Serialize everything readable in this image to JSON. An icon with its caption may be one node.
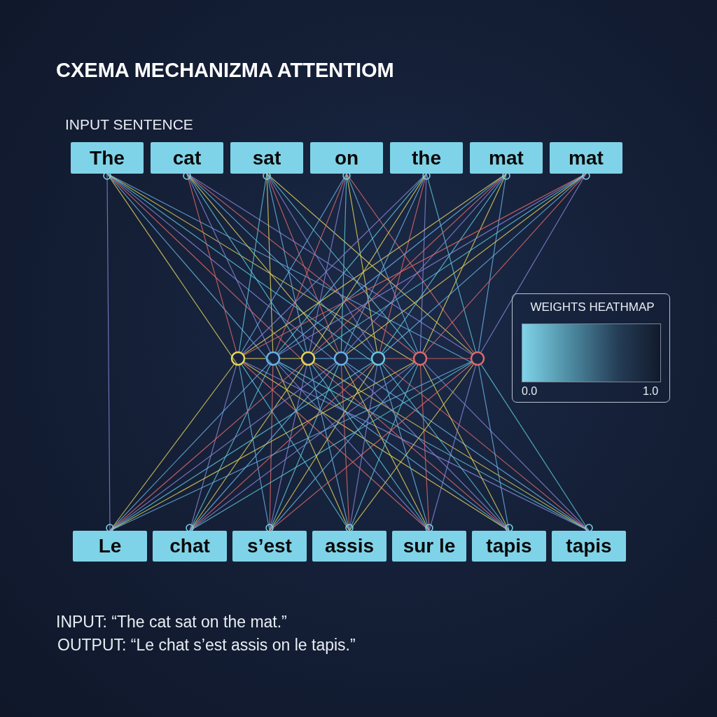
{
  "diagram": {
    "title": "CXEMA MECHANIZMA ATTENTIOM",
    "nodes": [
      {
        "text": [
          "The"
        ]
      },
      {
        "text": [
          "cat"
        ]
      },
      {
        "text": [
          "sat"
        ]
      },
      {
        "text": [
          "on"
        ]
      },
      {
        "text": [
          "the"
        ]
      },
      {
        "text": [
          "mat"
        ]
      },
      {
        "text": [
          "mat"
        ]
      },
      {
        "text": [],
        "shape": "circle"
      },
      {
        "text": [],
        "shape": "circle"
      },
      {
        "text": [],
        "shape": "circle"
      },
      {
        "text": [],
        "shape": "circle"
      },
      {
        "text": [],
        "shape": "circle"
      },
      {
        "text": [],
        "shape": "circle"
      },
      {
        "text": [],
        "shape": "circle"
      },
      {
        "text": [
          "Le"
        ]
      },
      {
        "text": [
          "chat"
        ]
      },
      {
        "text": [
          "s’est"
        ]
      },
      {
        "text": [
          "assis"
        ]
      },
      {
        "text": [
          "sur le"
        ]
      },
      {
        "text": [
          "tapis"
        ]
      },
      {
        "text": [
          "tapis"
        ]
      }
    ],
    "edges": [
      {
        "from": 0,
        "to": 7,
        "arrow": "none",
        "color": "#e6d65a"
      },
      {
        "from": 0,
        "to": 8,
        "arrow": "none",
        "color": "#6ab4e6"
      },
      {
        "from": 0,
        "to": 9,
        "arrow": "none",
        "color": "#e06a6a"
      },
      {
        "from": 0,
        "to": 10,
        "arrow": "none",
        "color": "#8a86d8"
      },
      {
        "from": 0,
        "to": 11,
        "arrow": "none",
        "color": "#5fc8d8"
      },
      {
        "from": 0,
        "to": 12,
        "arrow": "none",
        "color": "#e6d65a"
      },
      {
        "from": 0,
        "to": 13,
        "arrow": "none",
        "color": "#6ab4e6"
      },
      {
        "from": 1,
        "to": 7,
        "arrow": "none",
        "color": "#e06a6a"
      },
      {
        "from": 1,
        "to": 8,
        "arrow": "none",
        "color": "#8a86d8"
      },
      {
        "from": 1,
        "to": 9,
        "arrow": "none",
        "color": "#5fc8d8"
      },
      {
        "from": 1,
        "to": 10,
        "arrow": "none",
        "color": "#e6d65a"
      },
      {
        "from": 1,
        "to": 11,
        "arrow": "none",
        "color": "#6ab4e6"
      },
      {
        "from": 1,
        "to": 12,
        "arrow": "none",
        "color": "#e06a6a"
      },
      {
        "from": 1,
        "to": 13,
        "arrow": "none",
        "color": "#8a86d8"
      },
      {
        "from": 2,
        "to": 7,
        "arrow": "none",
        "color": "#5fc8d8"
      },
      {
        "from": 2,
        "to": 8,
        "arrow": "none",
        "color": "#e6d65a"
      },
      {
        "from": 2,
        "to": 9,
        "arrow": "none",
        "color": "#6ab4e6"
      },
      {
        "from": 2,
        "to": 10,
        "arrow": "none",
        "color": "#e06a6a"
      },
      {
        "from": 2,
        "to": 11,
        "arrow": "none",
        "color": "#8a86d8"
      },
      {
        "from": 2,
        "to": 12,
        "arrow": "none",
        "color": "#5fc8d8"
      },
      {
        "from": 2,
        "to": 13,
        "arrow": "none",
        "color": "#e6d65a"
      },
      {
        "from": 3,
        "to": 7,
        "arrow": "none",
        "color": "#6ab4e6"
      },
      {
        "from": 3,
        "to": 8,
        "arrow": "none",
        "color": "#e06a6a"
      },
      {
        "from": 3,
        "to": 9,
        "arrow": "none",
        "color": "#8a86d8"
      },
      {
        "from": 3,
        "to": 10,
        "arrow": "none",
        "color": "#5fc8d8"
      },
      {
        "from": 3,
        "to": 11,
        "arrow": "none",
        "color": "#e6d65a"
      },
      {
        "from": 3,
        "to": 12,
        "arrow": "none",
        "color": "#6ab4e6"
      },
      {
        "from": 3,
        "to": 13,
        "arrow": "none",
        "color": "#e06a6a"
      },
      {
        "from": 4,
        "to": 7,
        "arrow": "none",
        "color": "#8a86d8"
      },
      {
        "from": 4,
        "to": 8,
        "arrow": "none",
        "color": "#5fc8d8"
      },
      {
        "from": 4,
        "to": 9,
        "arrow": "none",
        "color": "#e6d65a"
      },
      {
        "from": 4,
        "to": 10,
        "arrow": "none",
        "color": "#6ab4e6"
      },
      {
        "from": 4,
        "to": 11,
        "arrow": "none",
        "color": "#e06a6a"
      },
      {
        "from": 4,
        "to": 12,
        "arrow": "none",
        "color": "#8a86d8"
      },
      {
        "from": 4,
        "to": 13,
        "arrow": "none",
        "color": "#5fc8d8"
      },
      {
        "from": 5,
        "to": 7,
        "arrow": "none",
        "color": "#e6d65a"
      },
      {
        "from": 5,
        "to": 8,
        "arrow": "none",
        "color": "#6ab4e6"
      },
      {
        "from": 5,
        "to": 9,
        "arrow": "none",
        "color": "#e06a6a"
      },
      {
        "from": 5,
        "to": 10,
        "arrow": "none",
        "color": "#8a86d8"
      },
      {
        "from": 5,
        "to": 11,
        "arrow": "none",
        "color": "#5fc8d8"
      },
      {
        "from": 5,
        "to": 12,
        "arrow": "none",
        "color": "#e6d65a"
      },
      {
        "from": 5,
        "to": 13,
        "arrow": "none",
        "color": "#6ab4e6"
      },
      {
        "from": 6,
        "to": 7,
        "arrow": "none",
        "color": "#e06a6a"
      },
      {
        "from": 6,
        "to": 8,
        "arrow": "none",
        "color": "#8a86d8"
      },
      {
        "from": 6,
        "to": 9,
        "arrow": "none",
        "color": "#5fc8d8"
      },
      {
        "from": 6,
        "to": 10,
        "arrow": "none",
        "color": "#e6d65a"
      },
      {
        "from": 6,
        "to": 11,
        "arrow": "none",
        "color": "#6ab4e6"
      },
      {
        "from": 6,
        "to": 12,
        "arrow": "none",
        "color": "#e06a6a"
      },
      {
        "from": 6,
        "to": 13,
        "arrow": "none",
        "color": "#8a86d8"
      },
      {
        "from": 7,
        "to": 14,
        "arrow": "none",
        "color": "#e6d65a"
      },
      {
        "from": 7,
        "to": 15,
        "arrow": "none",
        "color": "#8a86d8"
      },
      {
        "from": 7,
        "to": 16,
        "arrow": "none",
        "color": "#6ab4e6"
      },
      {
        "from": 7,
        "to": 17,
        "arrow": "none",
        "color": "#5fc8d8"
      },
      {
        "from": 7,
        "to": 18,
        "arrow": "none",
        "color": "#e06a6a"
      },
      {
        "from": 7,
        "to": 19,
        "arrow": "none",
        "color": "#e6d65a"
      },
      {
        "from": 7,
        "to": 20,
        "arrow": "none",
        "color": "#8a86d8"
      },
      {
        "from": 8,
        "to": 14,
        "arrow": "none",
        "color": "#6ab4e6"
      },
      {
        "from": 8,
        "to": 15,
        "arrow": "none",
        "color": "#5fc8d8"
      },
      {
        "from": 8,
        "to": 16,
        "arrow": "none",
        "color": "#e06a6a"
      },
      {
        "from": 8,
        "to": 17,
        "arrow": "none",
        "color": "#e6d65a"
      },
      {
        "from": 8,
        "to": 18,
        "arrow": "none",
        "color": "#8a86d8"
      },
      {
        "from": 8,
        "to": 19,
        "arrow": "none",
        "color": "#6ab4e6"
      },
      {
        "from": 8,
        "to": 20,
        "arrow": "none",
        "color": "#5fc8d8"
      },
      {
        "from": 9,
        "to": 14,
        "arrow": "none",
        "color": "#e06a6a"
      },
      {
        "from": 9,
        "to": 15,
        "arrow": "none",
        "color": "#e6d65a"
      },
      {
        "from": 9,
        "to": 16,
        "arrow": "none",
        "color": "#8a86d8"
      },
      {
        "from": 9,
        "to": 17,
        "arrow": "none",
        "color": "#6ab4e6"
      },
      {
        "from": 9,
        "to": 18,
        "arrow": "none",
        "color": "#5fc8d8"
      },
      {
        "from": 9,
        "to": 19,
        "arrow": "none",
        "color": "#e06a6a"
      },
      {
        "from": 9,
        "to": 20,
        "arrow": "none",
        "color": "#e6d65a"
      },
      {
        "from": 10,
        "to": 14,
        "arrow": "none",
        "color": "#8a86d8"
      },
      {
        "from": 10,
        "to": 15,
        "arrow": "none",
        "color": "#6ab4e6"
      },
      {
        "from": 10,
        "to": 16,
        "arrow": "none",
        "color": "#5fc8d8"
      },
      {
        "from": 10,
        "to": 17,
        "arrow": "none",
        "color": "#e06a6a"
      },
      {
        "from": 10,
        "to": 18,
        "arrow": "none",
        "color": "#e6d65a"
      },
      {
        "from": 10,
        "to": 19,
        "arrow": "none",
        "color": "#8a86d8"
      },
      {
        "from": 10,
        "to": 20,
        "arrow": "none",
        "color": "#6ab4e6"
      },
      {
        "from": 11,
        "to": 14,
        "arrow": "none",
        "color": "#5fc8d8"
      },
      {
        "from": 11,
        "to": 15,
        "arrow": "none",
        "color": "#e06a6a"
      },
      {
        "from": 11,
        "to": 16,
        "arrow": "none",
        "color": "#e6d65a"
      },
      {
        "from": 11,
        "to": 17,
        "arrow": "none",
        "color": "#8a86d8"
      },
      {
        "from": 11,
        "to": 18,
        "arrow": "none",
        "color": "#6ab4e6"
      },
      {
        "from": 11,
        "to": 19,
        "arrow": "none",
        "color": "#5fc8d8"
      },
      {
        "from": 11,
        "to": 20,
        "arrow": "none",
        "color": "#e06a6a"
      },
      {
        "from": 12,
        "to": 14,
        "arrow": "none",
        "color": "#e6d65a"
      },
      {
        "from": 12,
        "to": 15,
        "arrow": "none",
        "color": "#8a86d8"
      },
      {
        "from": 12,
        "to": 16,
        "arrow": "none",
        "color": "#6ab4e6"
      },
      {
        "from": 12,
        "to": 17,
        "arrow": "none",
        "color": "#5fc8d8"
      },
      {
        "from": 12,
        "to": 18,
        "arrow": "none",
        "color": "#e06a6a"
      },
      {
        "from": 12,
        "to": 19,
        "arrow": "none",
        "color": "#e6d65a"
      },
      {
        "from": 12,
        "to": 20,
        "arrow": "none",
        "color": "#8a86d8"
      },
      {
        "from": 13,
        "to": 14,
        "arrow": "none",
        "color": "#6ab4e6"
      },
      {
        "from": 13,
        "to": 15,
        "arrow": "none",
        "color": "#5fc8d8"
      },
      {
        "from": 13,
        "to": 16,
        "arrow": "none",
        "color": "#e06a6a"
      },
      {
        "from": 13,
        "to": 17,
        "arrow": "none",
        "color": "#e6d65a"
      },
      {
        "from": 13,
        "to": 18,
        "arrow": "none",
        "color": "#8a86d8"
      },
      {
        "from": 13,
        "to": 19,
        "arrow": "none",
        "color": "#6ab4e6"
      },
      {
        "from": 13,
        "to": 20,
        "arrow": "none",
        "color": "#5fc8d8"
      },
      {
        "from": 0,
        "to": 14,
        "arrow": "none",
        "color": "#8a86d8"
      },
      {
        "from": 7,
        "to": 8,
        "arrow": "none",
        "color": "#e6d65a"
      },
      {
        "from": 8,
        "to": 9,
        "arrow": "none",
        "color": "#e6d65a"
      },
      {
        "from": 9,
        "to": 10,
        "arrow": "none",
        "color": "#6ab4e6"
      },
      {
        "from": 10,
        "to": 11,
        "arrow": "none",
        "color": "#6ab4e6"
      },
      {
        "from": 11,
        "to": 12,
        "arrow": "none",
        "color": "#e06a6a"
      },
      {
        "from": 12,
        "to": 13,
        "arrow": "none",
        "color": "#e06a6a"
      }
    ],
    "labels": [
      "INPUT SENTENCE",
      "WEIGHTS HEATHMAP",
      "0.0",
      "1.0",
      "INPUT: “The cat sat on the mat.”",
      "OUTPUT: “Le chat s’est assis on le tapis.”"
    ]
  }
}
